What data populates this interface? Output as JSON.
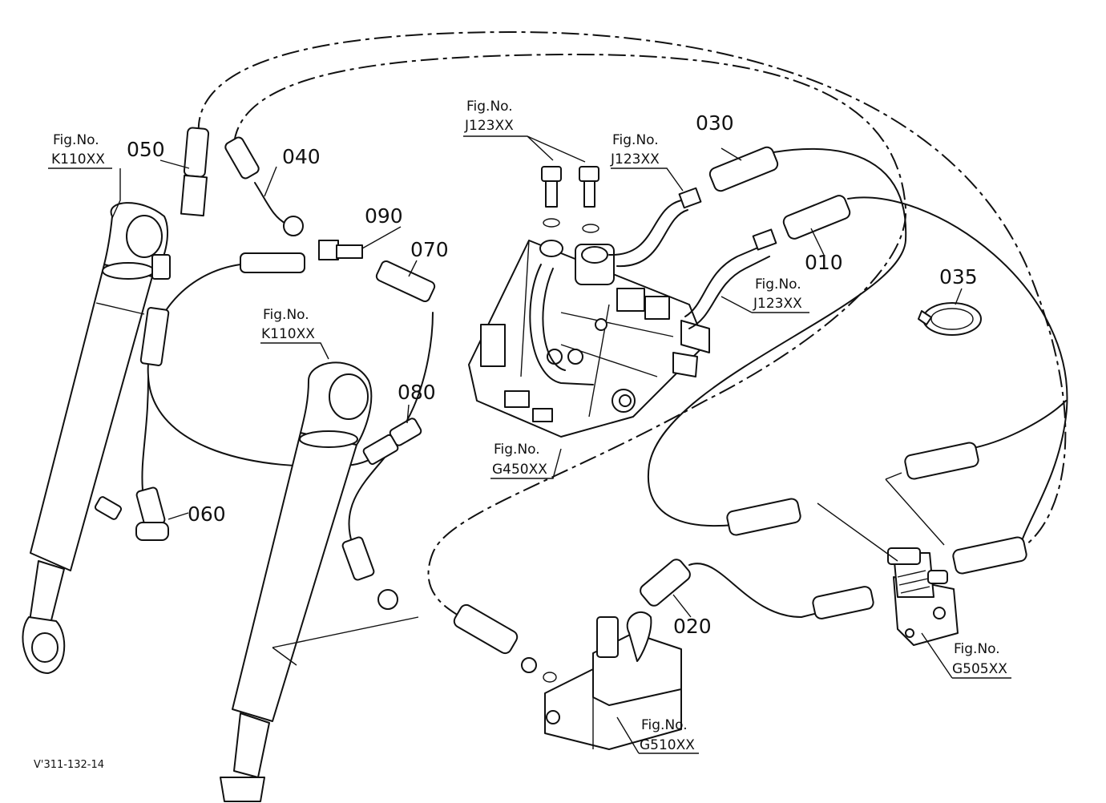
{
  "callouts": {
    "c010": "010",
    "c020": "020",
    "c030": "030",
    "c035": "035",
    "c040": "040",
    "c050": "050",
    "c060": "060",
    "c070": "070",
    "c080": "080",
    "c090": "090"
  },
  "fig_refs": {
    "caption": "Fig.No.",
    "k110_left": "K110XX",
    "k110_mid": "K110XX",
    "j123_top": "J123XX",
    "j123_upper": "J123XX",
    "j123_right": "J123XX",
    "g450": "G450XX",
    "g505": "G505XX",
    "g510": "G510XX"
  },
  "drawing_code": "V'311-132-14"
}
